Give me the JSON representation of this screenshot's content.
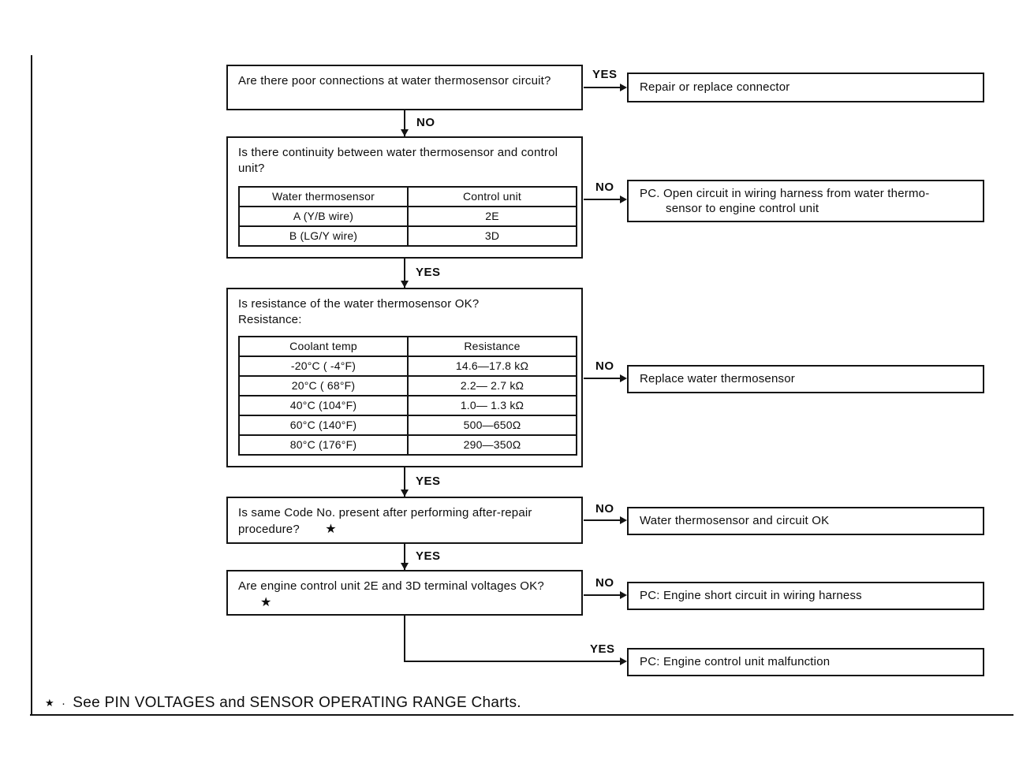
{
  "labels": {
    "yes": "YES",
    "no": "NO",
    "star": "★"
  },
  "footnote": {
    "star": "★",
    "sep": "·",
    "text": "See PIN VOLTAGES and SENSOR OPERATING RANGE Charts."
  },
  "flowchart": {
    "q1": {
      "text": "Are there poor connections at water thermosensor circuit?"
    },
    "q2": {
      "text": "Is there continuity between water thermosensor and control unit?",
      "table": {
        "columns": [
          "Water thermosensor",
          "Control unit"
        ],
        "rows": [
          [
            "A (Y/B wire)",
            "2E"
          ],
          [
            "B (LG/Y wire)",
            "3D"
          ]
        ]
      }
    },
    "q3": {
      "text": "Is resistance of the water thermosensor OK?",
      "subtext": "Resistance:",
      "table": {
        "columns": [
          "Coolant temp",
          "Resistance"
        ],
        "rows": [
          [
            "-20°C ( -4°F)",
            "14.6—17.8 kΩ"
          ],
          [
            "20°C ( 68°F)",
            "2.2— 2.7 kΩ"
          ],
          [
            "40°C (104°F)",
            "1.0— 1.3 kΩ"
          ],
          [
            "60°C (140°F)",
            "500—650Ω"
          ],
          [
            "80°C (176°F)",
            "290—350Ω"
          ]
        ]
      }
    },
    "q4": {
      "text": "Is same Code No. present after performing after-repair procedure?"
    },
    "q5": {
      "text": "Are engine control unit 2E and 3D terminal voltages OK?"
    },
    "a1": {
      "text": "Repair or replace connector"
    },
    "a2": {
      "line1": "PC. Open circuit in wiring harness from water thermo-",
      "line2": "sensor to engine control unit"
    },
    "a3": {
      "text": "Replace water thermosensor"
    },
    "a4": {
      "text": "Water thermosensor and circuit OK"
    },
    "a5": {
      "text": "PC: Engine short circuit in wiring harness"
    },
    "a6": {
      "text": "PC: Engine control unit malfunction"
    }
  }
}
